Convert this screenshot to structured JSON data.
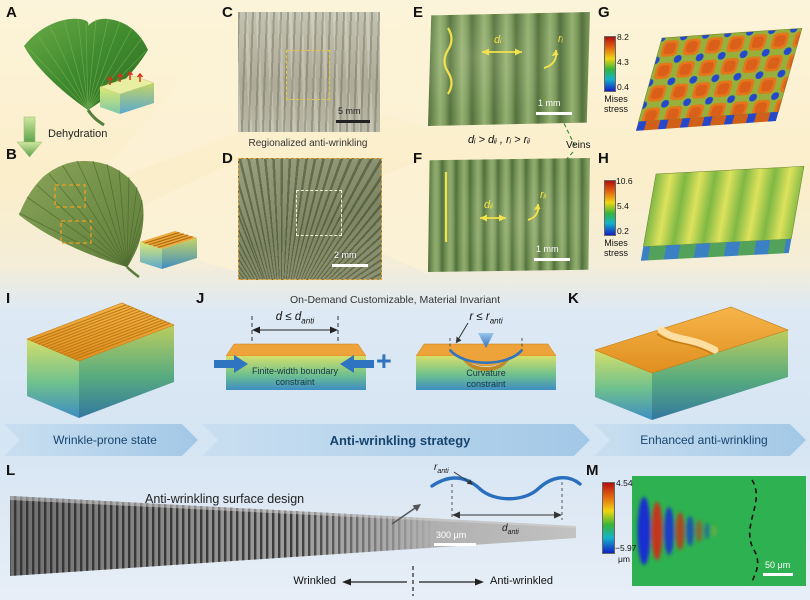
{
  "letters": {
    "A": "A",
    "B": "B",
    "C": "C",
    "D": "D",
    "E": "E",
    "F": "F",
    "G": "G",
    "H": "H",
    "I": "I",
    "J": "J",
    "K": "K",
    "L": "L",
    "M": "M"
  },
  "panelB": {
    "dehydration_label": "Dehydration"
  },
  "panelC": {
    "scale_bar": "5 mm",
    "caption": "Regionalized anti-wrinkling"
  },
  "panelD": {
    "scale_bar": "2 mm"
  },
  "panelE": {
    "scale_bar": "1 mm",
    "d_label": "dᵢ",
    "r_label": "rᵢ"
  },
  "panelF": {
    "scale_bar": "1 mm",
    "d_label": "dᵢᵢ",
    "r_label": "rᵢᵢ"
  },
  "veins": {
    "inequality": "dᵢ > dᵢᵢ , rᵢ > rᵢᵢ",
    "label": "Veins"
  },
  "panelG": {
    "cb_max": "8.2",
    "cb_mid": "4.3",
    "cb_min": "0.4",
    "cb_label": "Mises stress"
  },
  "panelH": {
    "cb_max": "10.6",
    "cb_mid": "5.4",
    "cb_min": "0.2",
    "cb_label": "Mises stress"
  },
  "panelJ": {
    "title": "On-Demand Customizable, Material Invariant",
    "left_formula_base": "d ≤ d",
    "right_formula_base": "r ≤ r",
    "formula_sub": "anti",
    "left_caption": "Finite-width boundary constraint",
    "plus": "+",
    "right_caption": "Curvature constraint"
  },
  "flow": {
    "step1": "Wrinkle-prone state",
    "step2": "Anti-wrinkling strategy",
    "step3": "Enhanced anti-wrinkling"
  },
  "panelL": {
    "title": "Anti-wrinkling surface design",
    "scale_bar": "300 μm",
    "left_label": "Wrinkled",
    "right_label": "Anti-wrinkled",
    "r_base": "r",
    "d_base": "d",
    "sub": "anti"
  },
  "panelM": {
    "cb_max": "4.54",
    "cb_min": "−5.97",
    "cb_unit": "μm",
    "scale_bar": "50 μm"
  }
}
